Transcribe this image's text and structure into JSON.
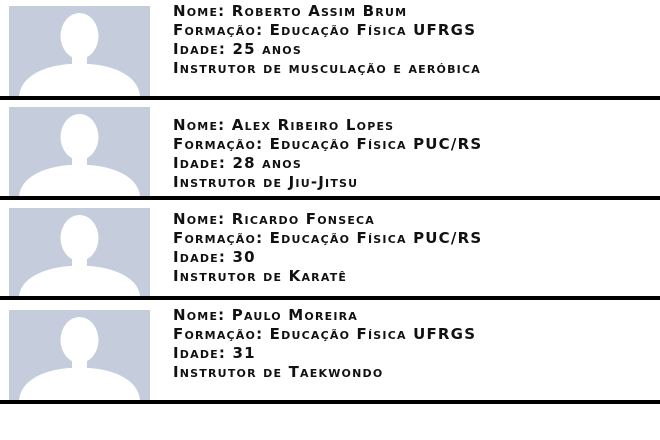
{
  "instructors": [
    {
      "name_line": "Nome: Roberto Assim Brum",
      "education_line": "Formação: Educação Física UFRGS",
      "age_line": "Idade: 25 anos",
      "role_line": "Instrutor de musculação e aeróbica"
    },
    {
      "name_line": "Nome: Alex Ribeiro Lopes",
      "education_line": "Formação: Educação Física PUC/RS",
      "age_line": "Idade: 28 anos",
      "role_line": "Instrutor de Jiu-Jitsu"
    },
    {
      "name_line": "Nome: Ricardo Fonseca",
      "education_line": "Formação: Educação Física PUC/RS",
      "age_line": "Idade: 30",
      "role_line": "Instrutor de Karatê"
    },
    {
      "name_line": "Nome: Paulo Moreira",
      "education_line": "Formação: Educação Física UFRGS",
      "age_line": "Idade: 31",
      "role_line": "Instrutor de Taekwondo"
    }
  ],
  "colors": {
    "avatar_background": "#c5ccdc",
    "avatar_silhouette": "#ffffff",
    "divider": "#000000",
    "text": "#111111"
  },
  "icons": {
    "avatar": "default-profile-silhouette-icon"
  }
}
